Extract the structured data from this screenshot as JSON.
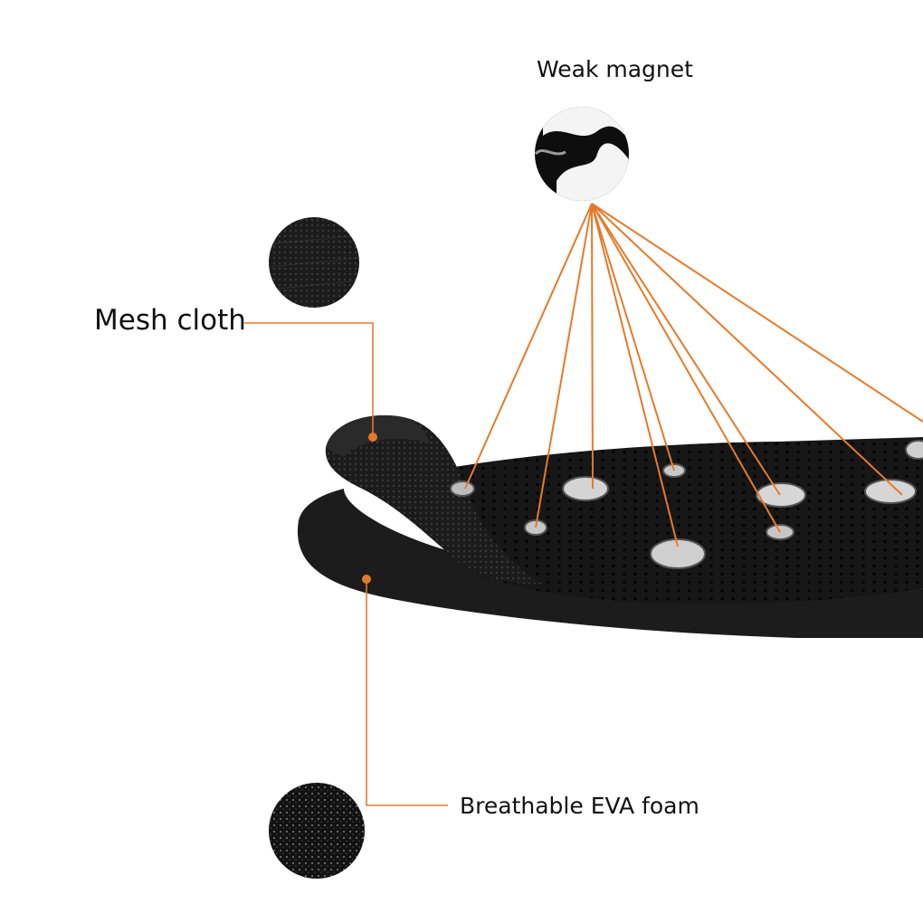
{
  "labels": {
    "magnet": "Weak magnet",
    "mesh": "Mesh cloth",
    "foam": "Breathable EVA foam"
  },
  "colors": {
    "leader_line": "#e57a2a",
    "insole": "#151515",
    "background": "#ffffff"
  },
  "icons": [
    "magnet-swatch-icon",
    "mesh-swatch-icon",
    "foam-swatch-icon"
  ]
}
